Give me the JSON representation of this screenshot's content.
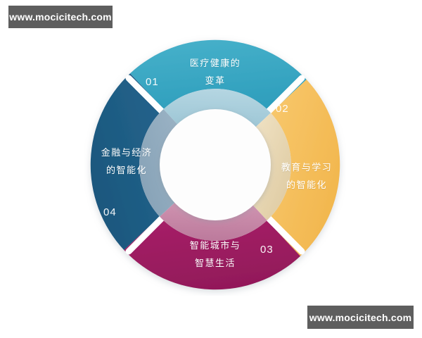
{
  "watermarks": {
    "top_left": "www.mocicitech.com",
    "bottom_right": "www.mocicitech.com"
  },
  "colors": {
    "background": "#ffffff",
    "watermark_bg": "#5e5e5e",
    "watermark_text": "#ffffff",
    "segment_01": "#3ba8c4",
    "segment_02": "#f5be5c",
    "segment_03": "#9e1f63",
    "segment_04": "#1f5d85",
    "inner_01": "#a9cfdd",
    "inner_02": "#e8d7b0",
    "inner_03": "#c585a5",
    "inner_04": "#8fa9bd",
    "hub": "#fdfdfd",
    "gap": "#ffffff"
  },
  "chart_data": {
    "type": "pie",
    "title": "",
    "subtitle": "",
    "legend_position": "none",
    "grid": false,
    "hole_ratio": 0.42,
    "start_angle_deg": -45,
    "gap_deg": 4,
    "categories": [
      "医疗健康的变革",
      "教育与学习的智能化",
      "智能城市与智慧生活",
      "金融与经济的智能化"
    ],
    "values": [
      25,
      25,
      25,
      25
    ],
    "labels": [
      "01",
      "02",
      "03",
      "04"
    ],
    "colors": [
      "#3ba8c4",
      "#f5be5c",
      "#9e1f63",
      "#1f5d85"
    ]
  },
  "segments": [
    {
      "number": "01",
      "line1": "医疗健康的",
      "line2": "变革",
      "color": "#3ba8c4",
      "inner_color": "#a9cfdd",
      "position": "top"
    },
    {
      "number": "02",
      "line1": "教育与学习",
      "line2": "的智能化",
      "color": "#f5be5c",
      "inner_color": "#e8d7b0",
      "position": "right"
    },
    {
      "number": "03",
      "line1": "智能城市与",
      "line2": "智慧生活",
      "color": "#9e1f63",
      "inner_color": "#c585a5",
      "position": "bottom"
    },
    {
      "number": "04",
      "line1": "金融与经济",
      "line2": "的智能化",
      "color": "#1f5d85",
      "inner_color": "#8fa9bd",
      "position": "left"
    }
  ]
}
